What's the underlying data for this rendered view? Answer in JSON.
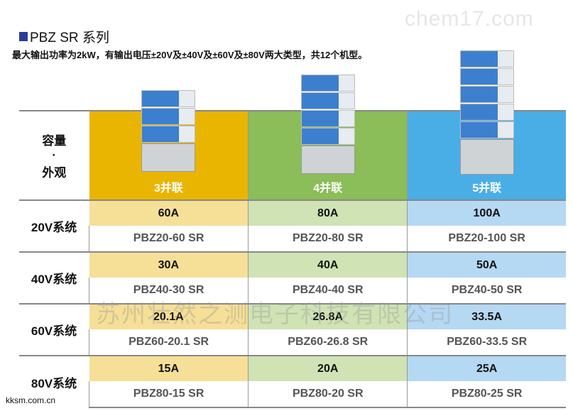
{
  "watermarks": {
    "top": "chem17.com",
    "middle": "苏州壮然之测电子科技有限公司",
    "bottom": "kksm.com.cn"
  },
  "title": "PBZ SR 系列",
  "subtitle": "最大输出功率为2kW，有输出电压±20V及±40V及±60V及±80V两大类型，共12个机型。",
  "header": {
    "label_line1": "容量",
    "label_dot": "·",
    "label_line2": "外观",
    "columns": [
      "3并联",
      "4并联",
      "5并联"
    ]
  },
  "rows": [
    {
      "label": "20V系统",
      "amps": [
        "60A",
        "80A",
        "100A"
      ],
      "models": [
        "PBZ20-60 SR",
        "PBZ20-80 SR",
        "PBZ20-100 SR"
      ]
    },
    {
      "label": "40V系统",
      "amps": [
        "30A",
        "40A",
        "50A"
      ],
      "models": [
        "PBZ40-30 SR",
        "PBZ40-40 SR",
        "PBZ40-50 SR"
      ]
    },
    {
      "label": "60V系统",
      "amps": [
        "20.1A",
        "26.8A",
        "33.5A"
      ],
      "models": [
        "PBZ60-20.1 SR",
        "PBZ60-26.8 SR",
        "PBZ60-33.5 SR"
      ]
    },
    {
      "label": "80V系统",
      "amps": [
        "15A",
        "20A",
        "25A"
      ],
      "models": [
        "PBZ80-15 SR",
        "PBZ80-20 SR",
        "PBZ80-25 SR"
      ]
    }
  ],
  "colors": {
    "yellow": "#e9b500",
    "green": "#8bbd58",
    "blue": "#4aaee6"
  }
}
